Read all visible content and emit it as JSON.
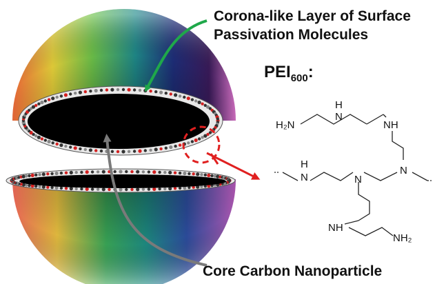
{
  "labels": {
    "corona_line1": "Corona-like Layer of Surface",
    "corona_line2": "Passivation Molecules",
    "core": "Core Carbon Nanoparticle",
    "pei_prefix": "PEI",
    "pei_subscript": "600",
    "pei_suffix": ":"
  },
  "structure": {
    "h2n": "H₂N",
    "nh_top": "H",
    "n_top_mid": "N",
    "nh_right": "NH",
    "n_right": "N",
    "n_center": "N",
    "nh_left_h": "H",
    "nh_left_n": "N",
    "nh_bottom": "NH",
    "nh2_bottom": "NH₂"
  },
  "colors": {
    "arrow_green": "#1fa84a",
    "arrow_gray": "#7a7a7a",
    "callout_red": "#e02020",
    "core_black": "#000000"
  }
}
